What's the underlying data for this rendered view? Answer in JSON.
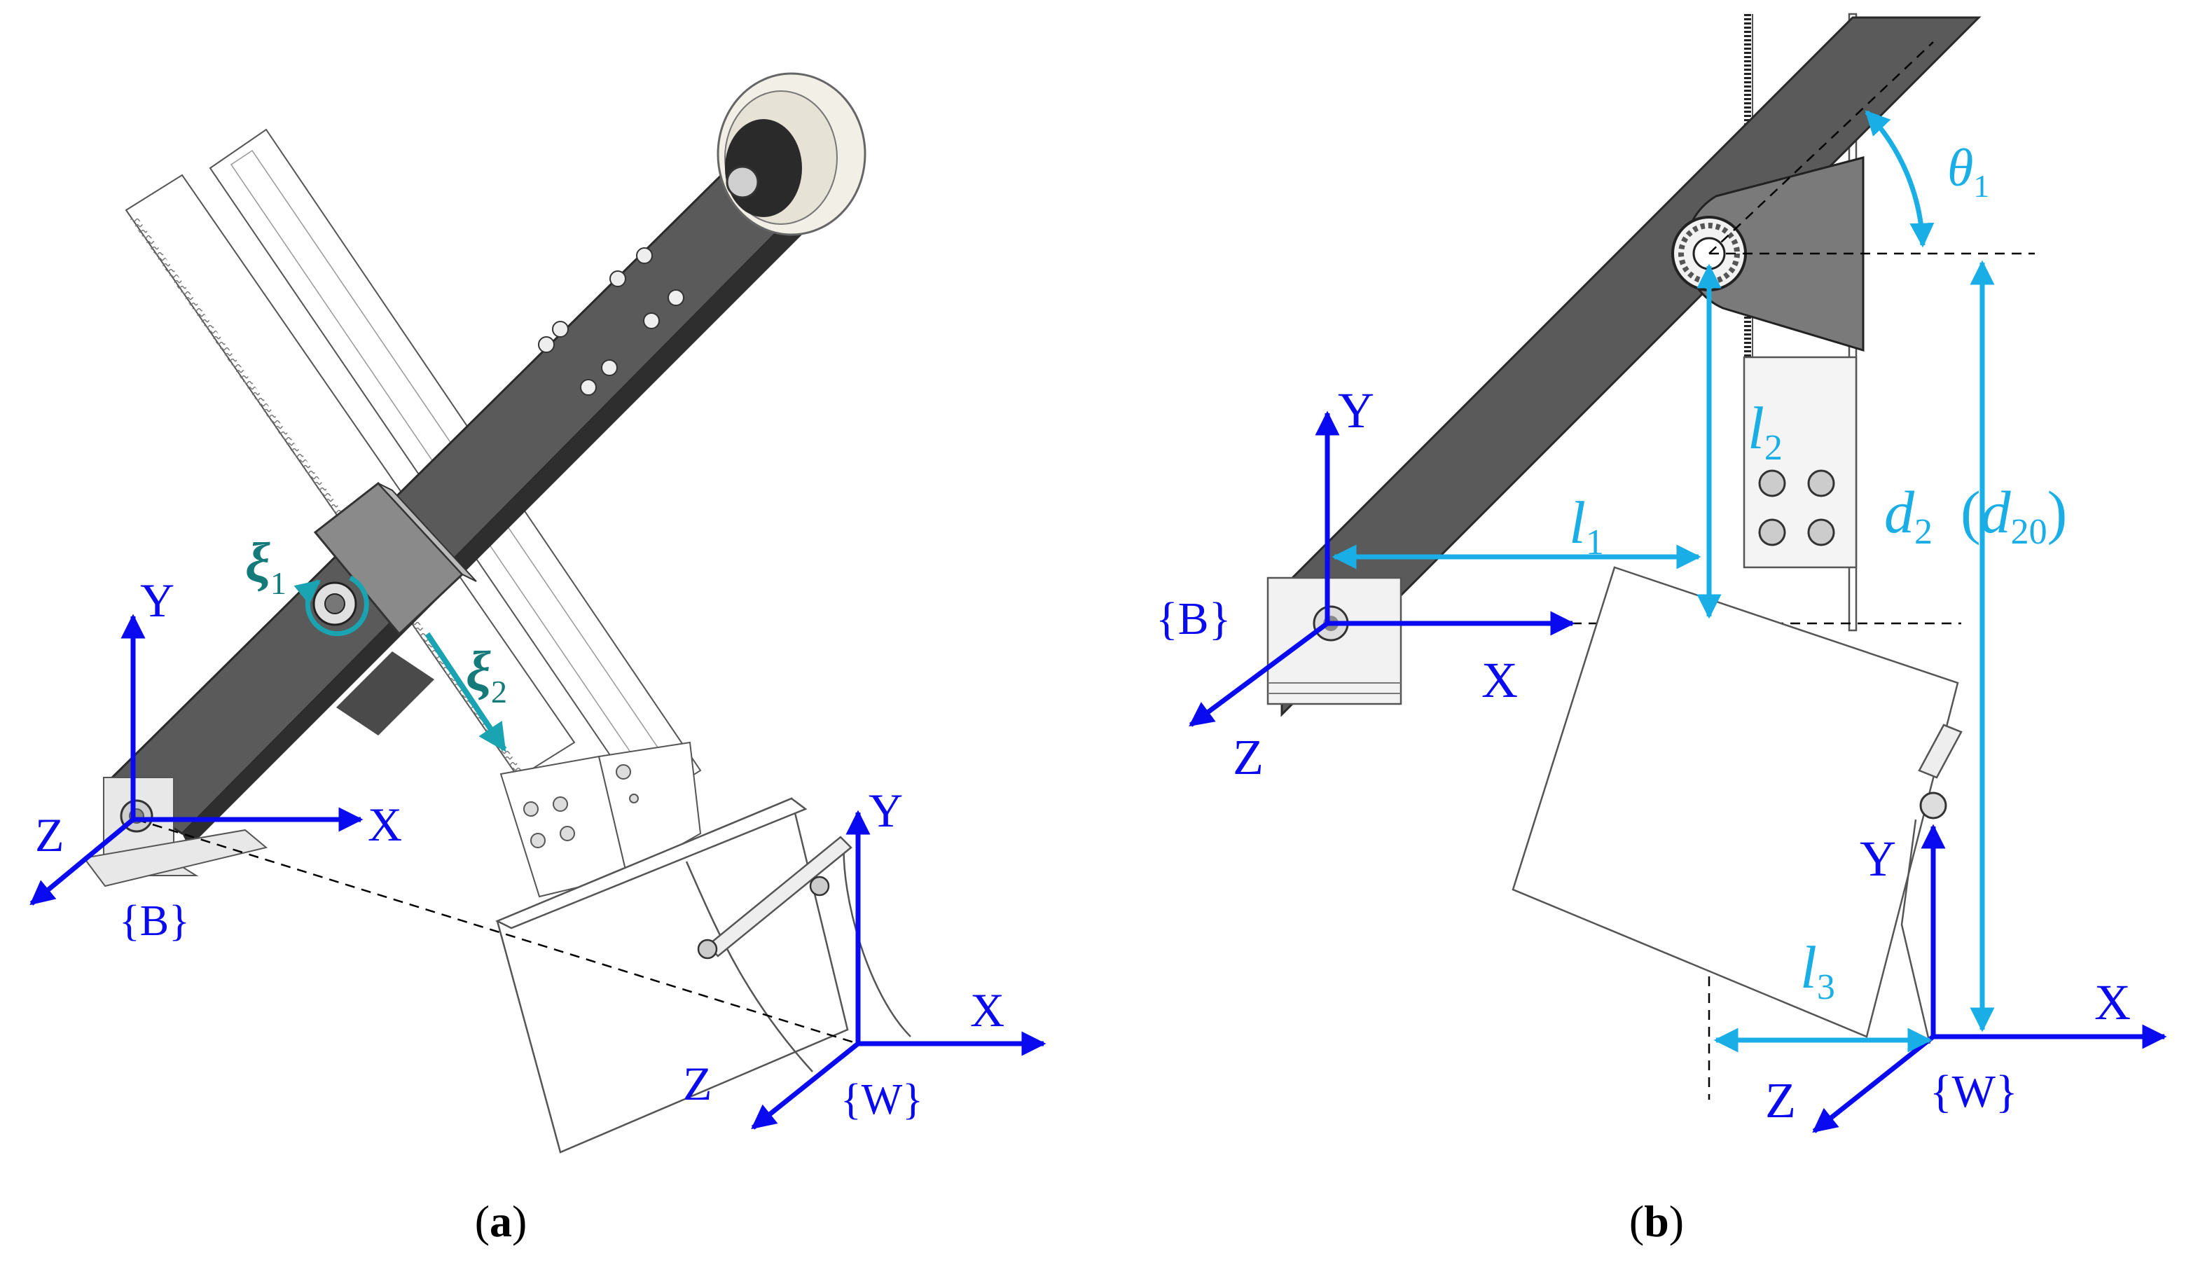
{
  "colors": {
    "axis": "#0a0af0",
    "param": "#1aaee6",
    "teal_dark": "#157a7a",
    "teal_arrow": "#1aa3b0",
    "arm": "#5a5a5a",
    "arm_edge": "#2a2a2a",
    "outline": "#555555",
    "gusset": "#7a7a7a"
  },
  "panel_a": {
    "label_open": "(",
    "label_letter": "a",
    "label_close": ")",
    "base_frame": {
      "x": "X",
      "y": "Y",
      "z": "Z",
      "name": "{B}"
    },
    "world_frame": {
      "x": "X",
      "y": "Y",
      "z": "Z",
      "name": "{W}"
    },
    "xi1": {
      "symbol": "ξ",
      "sub": "1"
    },
    "xi2": {
      "symbol": "ξ",
      "sub": "2"
    }
  },
  "panel_b": {
    "label_open": "(",
    "label_letter": "b",
    "label_close": ")",
    "base_frame": {
      "x": "X",
      "y": "Y",
      "z": "Z",
      "name": "{B}"
    },
    "world_frame": {
      "x": "X",
      "y": "Y",
      "z": "Z",
      "name": "{W}"
    },
    "theta1": {
      "symbol": "θ",
      "sub": "1"
    },
    "l1": {
      "symbol": "l",
      "sub": "1"
    },
    "l2": {
      "symbol": "l",
      "sub": "2"
    },
    "l3": {
      "symbol": "l",
      "sub": "3"
    },
    "d2": {
      "symbol": "d",
      "sub": "2",
      "open": "(",
      "symbol2": "d",
      "sub2": "20",
      "close": ")"
    }
  }
}
